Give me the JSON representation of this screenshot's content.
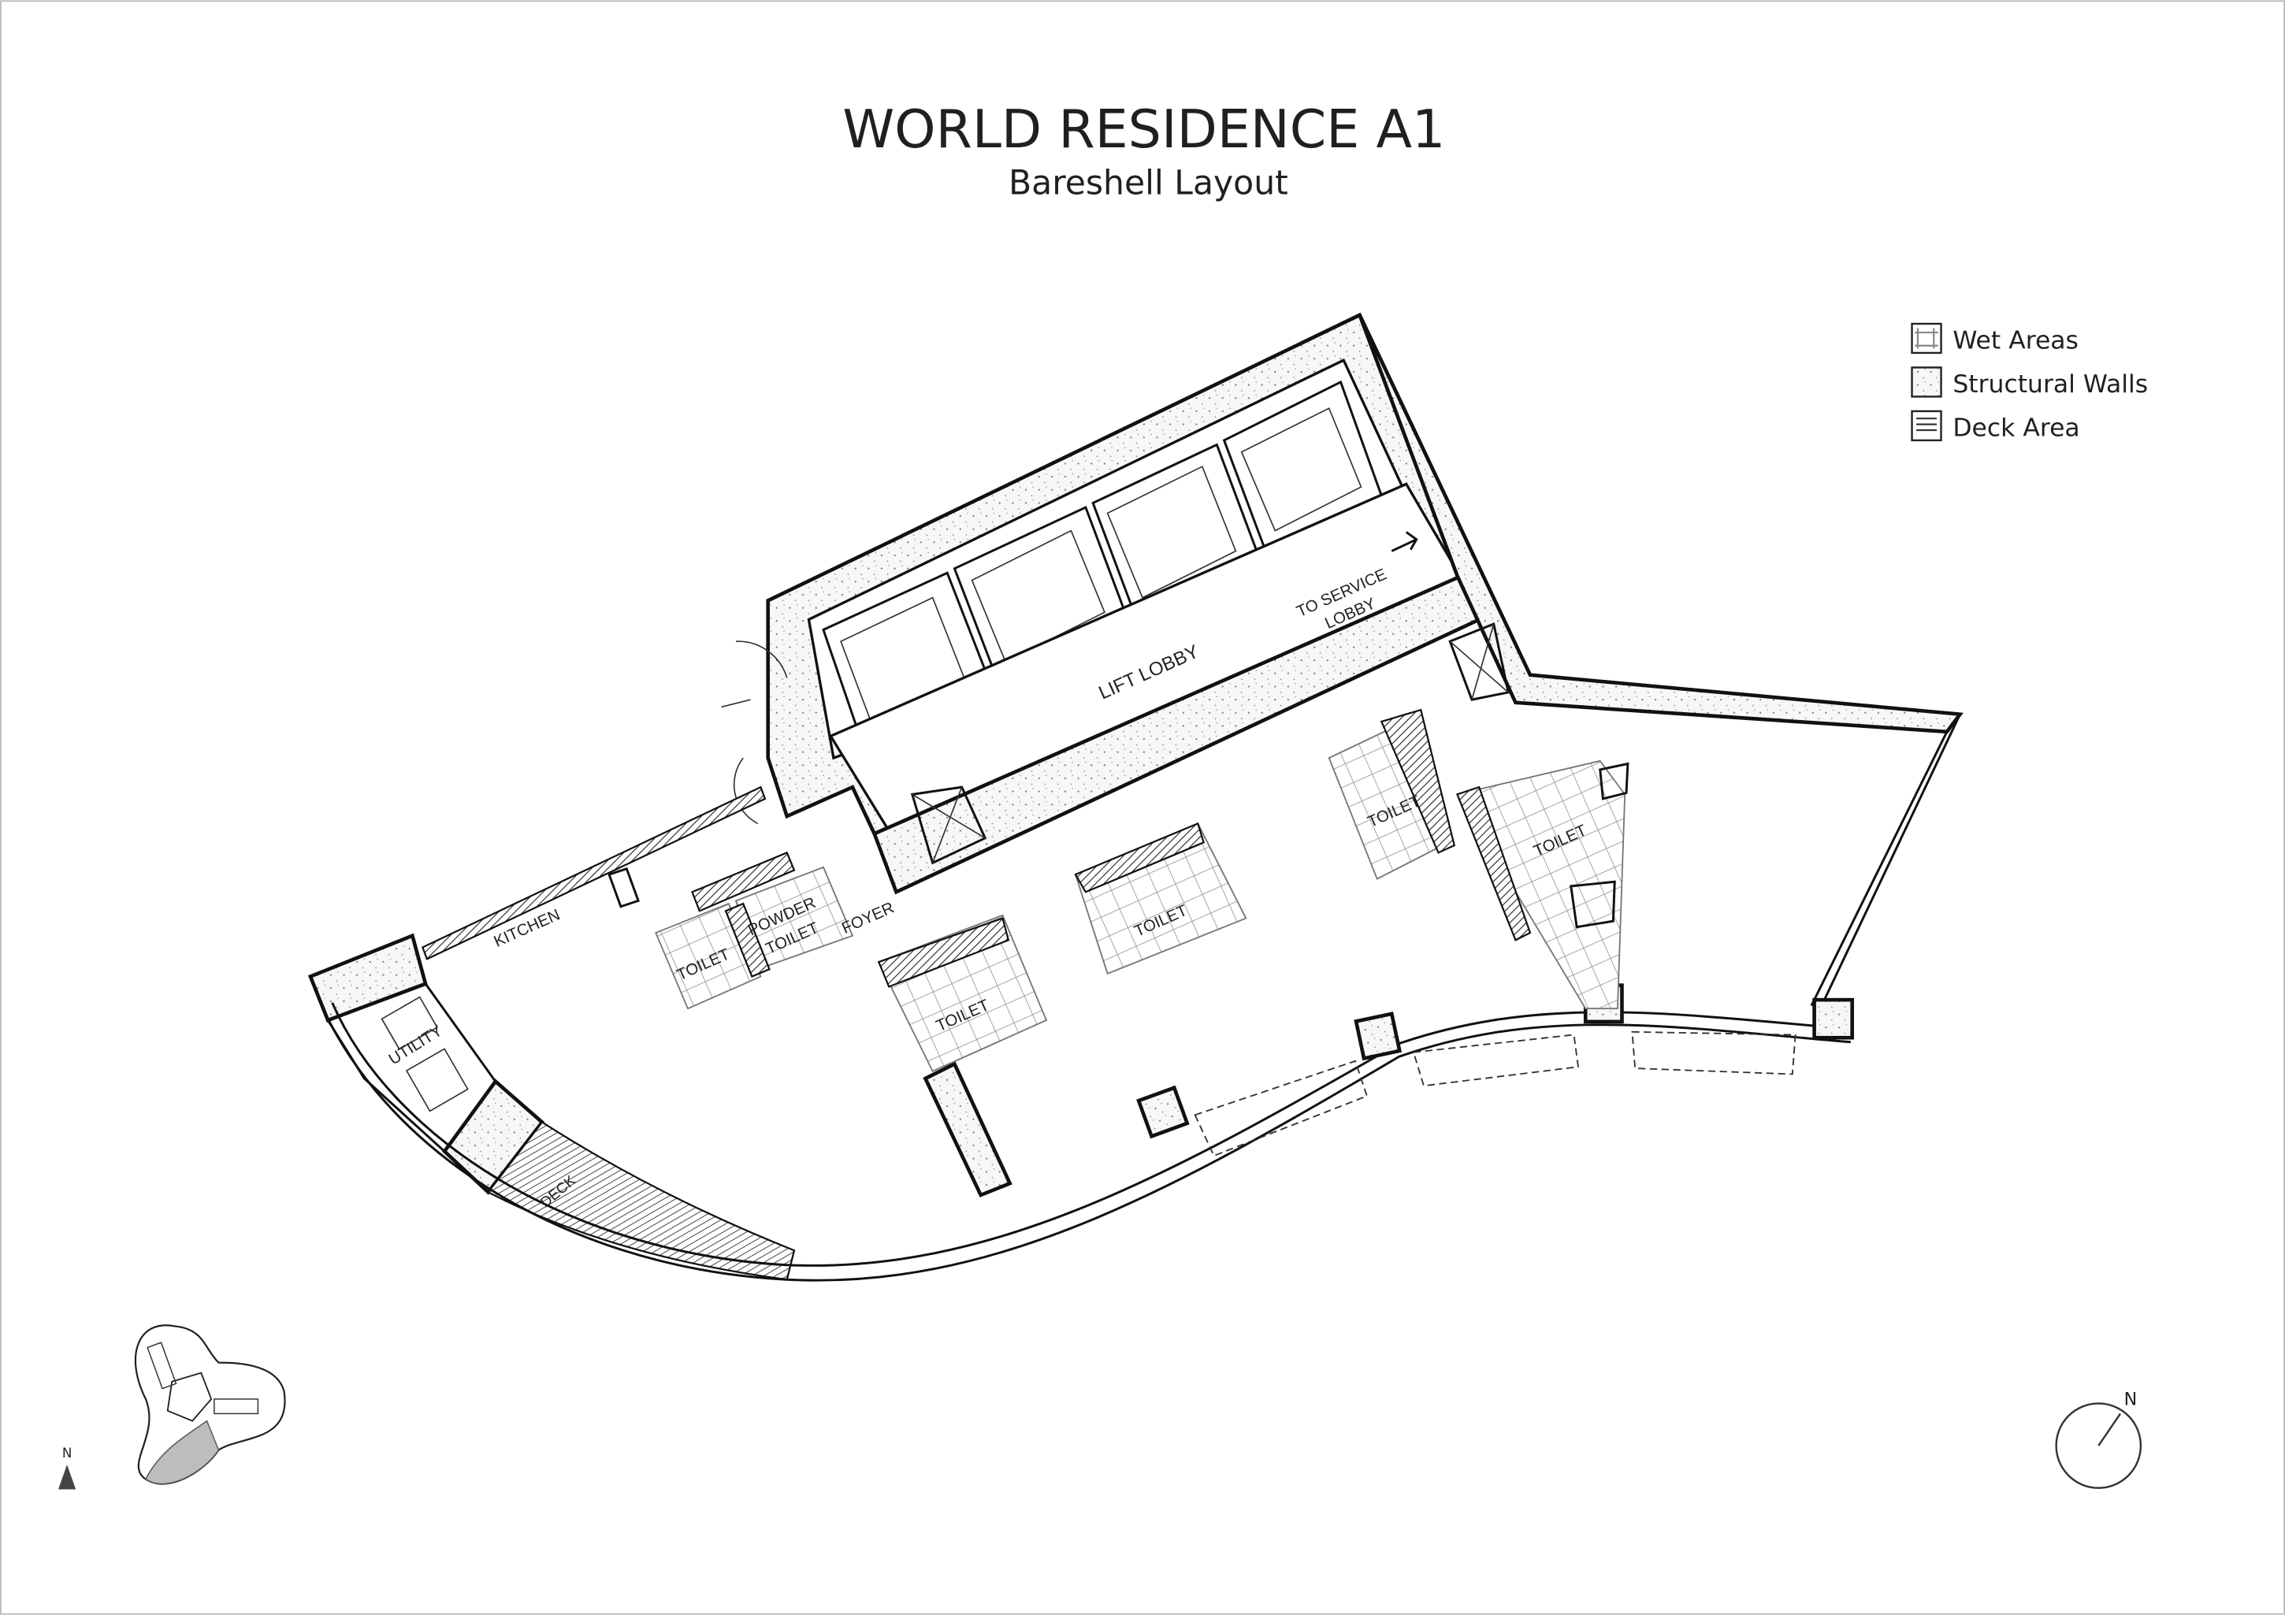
{
  "header": {
    "title": "WORLD RESIDENCE A1",
    "subtitle": "Bareshell Layout"
  },
  "legend": {
    "items": [
      {
        "label": "Wet Areas",
        "icon": "grid-swatch"
      },
      {
        "label": "Structural Walls",
        "icon": "stipple-swatch"
      },
      {
        "label": "Deck Area",
        "icon": "hatch-swatch"
      }
    ]
  },
  "rooms": {
    "lift_lobby": "LIFT LOBBY",
    "service_lobby_line1": "TO SERVICE",
    "service_lobby_line2": "LOBBY",
    "kitchen": "KITCHEN",
    "utility": "UTILITY",
    "deck": "DECK",
    "foyer": "FOYER",
    "powder_line1": "POWDER",
    "powder_line2": "TOILET",
    "toilets": [
      "TOILET",
      "TOILET",
      "TOILET",
      "TOILET",
      "TOILET"
    ]
  },
  "compass": {
    "north_label": "N"
  },
  "keyplan": {
    "north_label": "N",
    "highlight_color": "#bdbdbd"
  },
  "colors": {
    "line": "#111111",
    "wet_grid": "#888888",
    "text": "#231f20"
  }
}
